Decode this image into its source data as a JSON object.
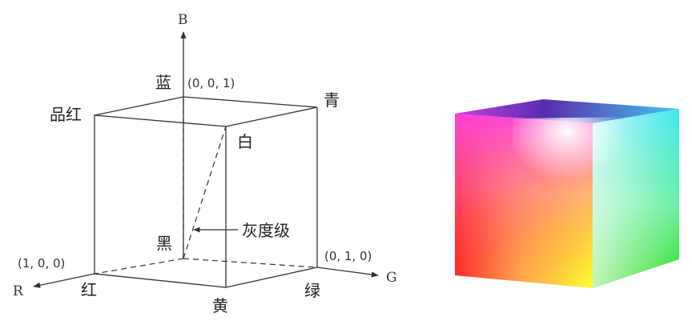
{
  "axes": {
    "b": "B",
    "g": "G",
    "r": "R"
  },
  "labels": {
    "blue": "蓝",
    "blue_coord": "(0,  0,  1)",
    "cyan": "青",
    "magenta": "品红",
    "white": "白",
    "gray": "灰度级",
    "black": "黑",
    "red_coord": "(1,  0,  0)",
    "green_coord": "(0,  1,  0)",
    "red": "红",
    "yellow": "黄",
    "green": "绿"
  },
  "colors": {
    "line": "#333333",
    "cube_red": "#ff2a16",
    "cube_magenta": "#f23ad8",
    "cube_yellow": "#ffff1e",
    "cube_white": "#ffffff",
    "cube_cyan": "#3fe8e8",
    "cube_green": "#31e22b",
    "cube_blue": "#4b1fa0"
  }
}
